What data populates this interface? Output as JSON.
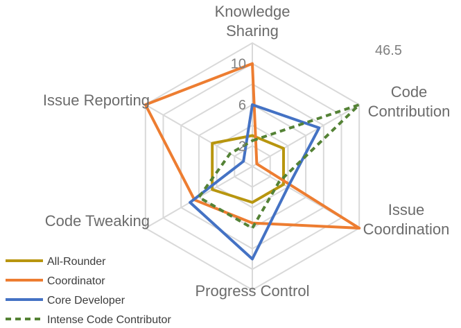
{
  "chart_data": {
    "type": "radar",
    "axes": [
      {
        "label_lines": [
          "Knowledge",
          "Sharing"
        ]
      },
      {
        "label_lines": [
          "Code",
          "Contribution"
        ]
      },
      {
        "label_lines": [
          "Issue",
          "Coordination"
        ]
      },
      {
        "label_lines": [
          "Progress Control"
        ]
      },
      {
        "label_lines": [
          "Code Tweaking"
        ]
      },
      {
        "label_lines": [
          "Issue Reporting"
        ]
      }
    ],
    "rmax": 12,
    "grid_rings": 6,
    "tick_labels": [
      "2",
      "6",
      "10"
    ],
    "tick_values": [
      2,
      6,
      10
    ],
    "annotation": "46.5",
    "series": [
      {
        "name": "All-Rounder",
        "color": "#b8960f",
        "dash": false,
        "values": [
          3,
          3.5,
          3.5,
          3.5,
          4.5,
          4.5
        ]
      },
      {
        "name": "Coordinator",
        "color": "#ed7d31",
        "dash": false,
        "values": [
          10,
          0.5,
          12,
          5.5,
          6.5,
          12
        ]
      },
      {
        "name": "Core Developer",
        "color": "#4472c4",
        "dash": false,
        "values": [
          6,
          7.5,
          4,
          9,
          7,
          1
        ]
      },
      {
        "name": "Intense Code Contributor",
        "color": "#548235",
        "dash": true,
        "values": [
          2.5,
          12,
          3,
          6,
          6,
          2.5
        ]
      }
    ]
  }
}
